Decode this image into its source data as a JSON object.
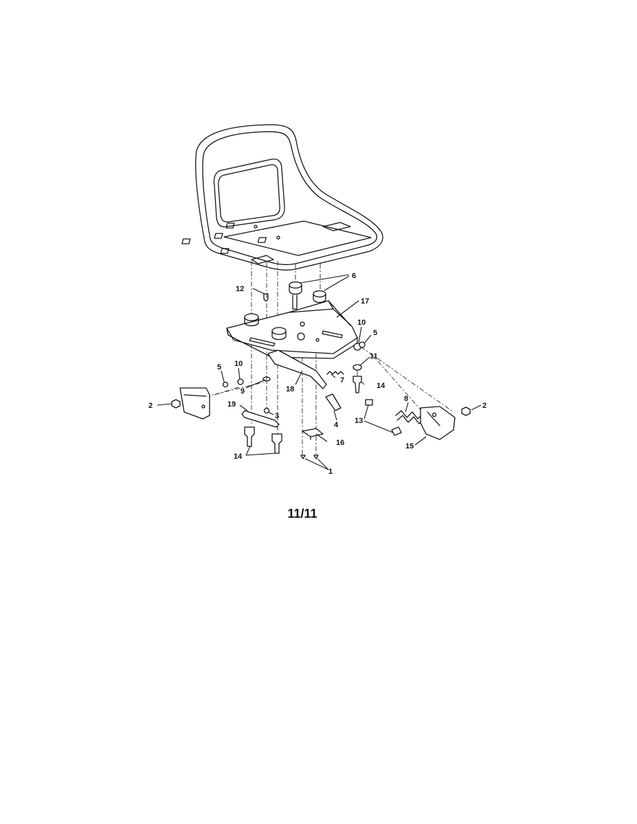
{
  "page_number": "11/11",
  "callouts": {
    "c1": "1",
    "c2_left": "2",
    "c2_right": "2",
    "c3": "3",
    "c4": "4",
    "c5_left": "5",
    "c5_right": "5",
    "c6": "6",
    "c7": "7",
    "c8": "8",
    "c9": "9",
    "c10_left": "10",
    "c10_right": "10",
    "c11": "11",
    "c12": "12",
    "c13": "13",
    "c14_left": "14",
    "c14_right": "14",
    "c15": "15",
    "c16": "16",
    "c17": "17",
    "c18": "18",
    "c19": "19"
  }
}
